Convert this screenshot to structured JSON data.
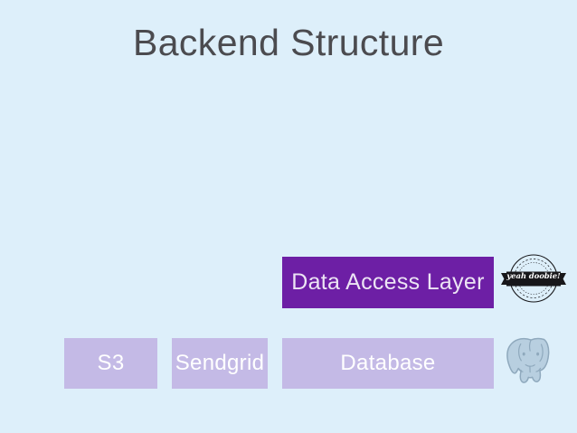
{
  "slide": {
    "background_color": "#ddeffa",
    "title": "Backend Structure"
  },
  "diagram": {
    "layers": [
      {
        "name": "data-access-layer",
        "label": "Data Access Layer",
        "fill_color": "#6d1fa5",
        "text_color": "#ece4f4"
      }
    ],
    "services": [
      {
        "name": "s3",
        "label": "S3",
        "fill_color": "#c4bae6",
        "text_color": "#ffffff"
      },
      {
        "name": "sendgrid",
        "label": "Sendgrid",
        "fill_color": "#c4bae6",
        "text_color": "#ffffff"
      },
      {
        "name": "database",
        "label": "Database",
        "fill_color": "#c4bae6",
        "text_color": "#ffffff"
      }
    ]
  },
  "badge": {
    "name": "yeah-doobie-stamp",
    "ribbon_text": "yeah doobie!",
    "ribbon_color": "#17171a",
    "outline_color": "#17171a"
  },
  "postgres": {
    "name": "postgresql-elephant-logo",
    "fill_color": "#b8cfe0",
    "outline_color": "#8fa9bd"
  }
}
